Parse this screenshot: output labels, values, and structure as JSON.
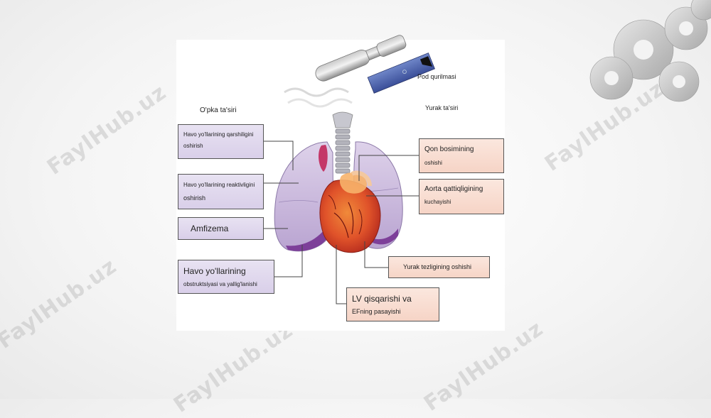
{
  "watermark": "FaylHub.uz",
  "device_label": "Pod qurilmasi",
  "lung_heading": "O'pka ta'siri",
  "heart_heading": "Yurak ta'siri",
  "lung_effects": [
    {
      "line1": "Havo yo'llarining qarshiligini",
      "line2": "oshirish"
    },
    {
      "line1": "Havo yo'llarining reaktivligini",
      "line2": "oshirish"
    },
    {
      "line1": "Amfizema",
      "line2": ""
    },
    {
      "line1": "Havo yo'llarining",
      "line2": "obstruktsiyasi va yallig'lanishi"
    }
  ],
  "heart_effects": [
    {
      "line1": "Qon bosimining",
      "line2": "oshishi"
    },
    {
      "line1": "Aorta qattiqligining",
      "line2": "kuchayishi"
    },
    {
      "line1": "Yurak tezligining oshishi",
      "line2": ""
    },
    {
      "line1": "LV qisqarishi va",
      "line2": "EFning pasayishi"
    }
  ],
  "colors": {
    "lung": "#c9b6dc",
    "lung_dark": "#7a3f96",
    "heart": "#d94a2a",
    "heart_light": "#f5a15a",
    "trachea": "#b0b0b8",
    "left_box": "#ddd3ec",
    "right_box": "#f8dccf"
  }
}
